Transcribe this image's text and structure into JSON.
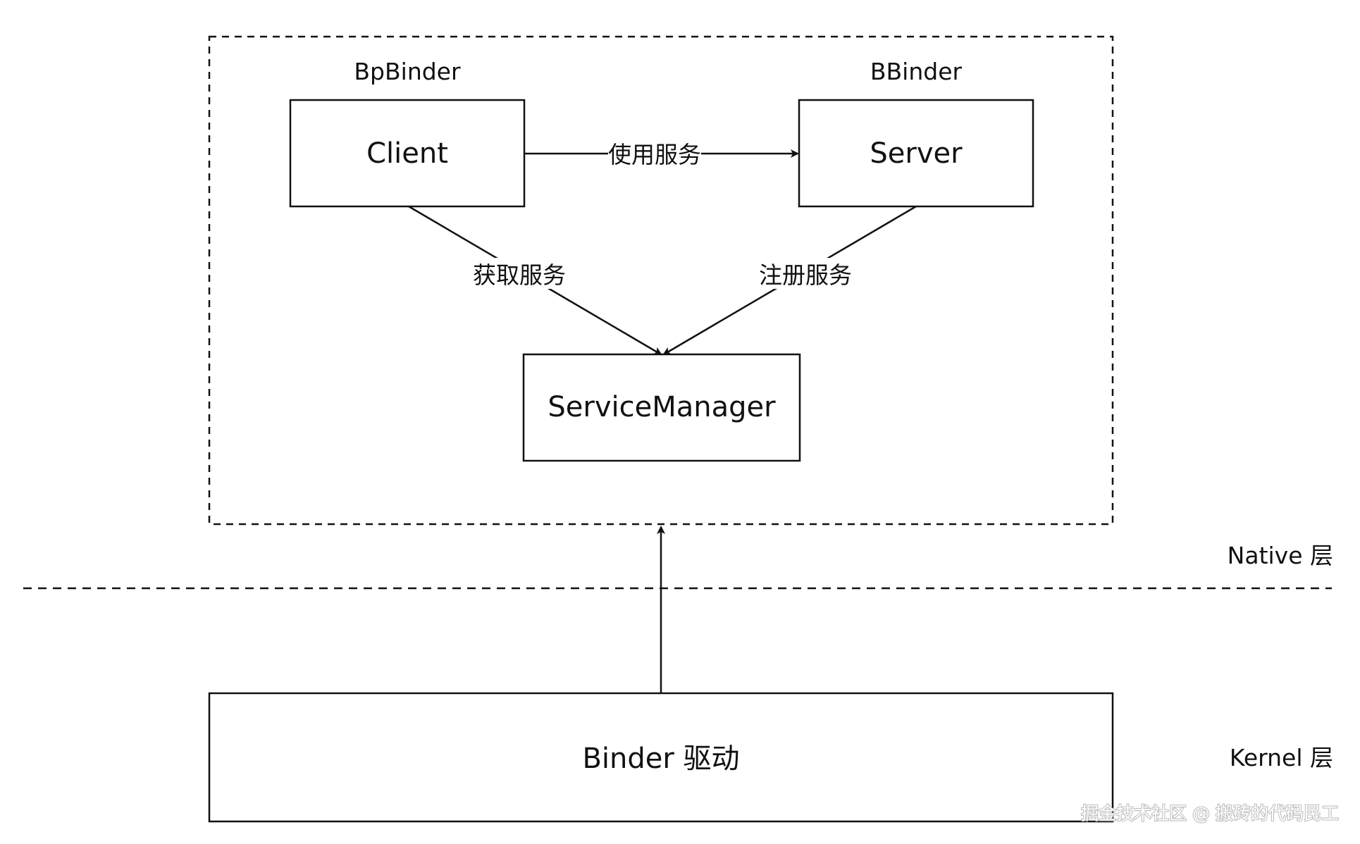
{
  "nodes": {
    "client": "Client",
    "server": "Server",
    "service_manager": "ServiceManager",
    "binder_driver": "Binder 驱动"
  },
  "node_labels": {
    "bp_binder": "BpBinder",
    "b_binder": "BBinder"
  },
  "edges": {
    "use_service": "使用服务",
    "get_service": "获取服务",
    "register_service": "注册服务"
  },
  "layers": {
    "native": "Native 层",
    "kernel": "Kernel 层"
  },
  "watermark": "掘金技术社区 @ 搬砖的代码民工"
}
